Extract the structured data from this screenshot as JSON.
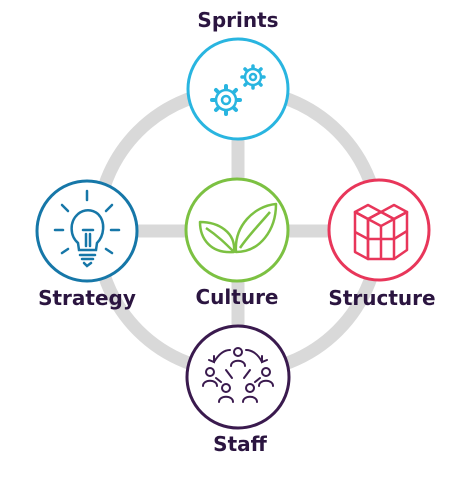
{
  "nodes": {
    "sprints": {
      "label": "Sprints",
      "icon": "gears-icon",
      "color": "#29b5e0"
    },
    "strategy": {
      "label": "Strategy",
      "icon": "lightbulb-icon",
      "color": "#1677a8"
    },
    "culture": {
      "label": "Culture",
      "icon": "leaves-icon",
      "color": "#7cc142"
    },
    "structure": {
      "label": "Structure",
      "icon": "cubes-icon",
      "color": "#e8365a"
    },
    "staff": {
      "label": "Staff",
      "icon": "people-network-icon",
      "color": "#3a1a4e"
    }
  },
  "colors": {
    "label_text": "#2b1540",
    "connector": "#d9d9d9"
  }
}
